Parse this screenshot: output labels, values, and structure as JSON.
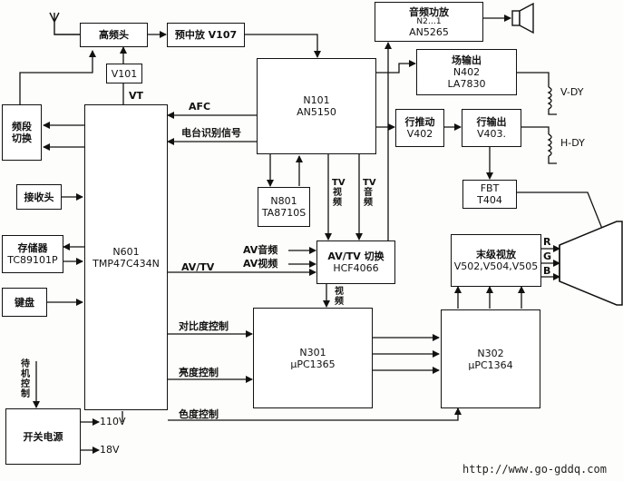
{
  "blocks": {
    "rf_head": "高频头",
    "pre_if": "预中放 V107",
    "audio_amp_title": "音频功放",
    "audio_amp_chip": "AN5265",
    "audio_amp_ref": "N2…1",
    "v101": "V101",
    "n101_ref": "N101",
    "n101_chip": "AN5150",
    "field_out_title": "场输出",
    "field_out_ref": "N402",
    "field_out_chip": "LA7830",
    "band_switch": "频段切换",
    "h_drive_title": "行推动",
    "h_drive_ref": "V402",
    "h_out_title": "行输出",
    "h_out_ref": "V403.",
    "receiver": "接收头",
    "n801_ref": "N801",
    "n801_chip": "TA8710S",
    "fbt_title": "FBT",
    "fbt_ref": "T404",
    "n601_ref": "N601",
    "n601_chip": "TMP47C434N",
    "memory_title": "存储器",
    "memory_chip": "TC89101P",
    "avtv_switch_title": "AV/TV 切换",
    "avtv_switch_chip": "HCF4066",
    "final_video_title": "末级视放",
    "final_video_refs": "V502,V504,V505",
    "keyboard": "键盘",
    "n301_ref": "N301",
    "n301_chip": "μPC1365",
    "n302_ref": "N302",
    "n302_chip": "μPC1364",
    "psu": "开关电源"
  },
  "labels": {
    "vt": "VT",
    "afc": "AFC",
    "station_id": "电台识别信号",
    "v_dy": "V-DY",
    "h_dy": "H-DY",
    "tv_video": "TV视频",
    "tv_audio": "TV音频",
    "av_audio": "AV音频",
    "av_video": "AV视频",
    "av_tv": "AV/TV",
    "video": "视频",
    "rgb_r": "R",
    "rgb_g": "G",
    "rgb_b": "B",
    "contrast": "对比度控制",
    "brightness": "亮度控制",
    "standby": "待机控制",
    "color": "色度控制",
    "v110": "110V",
    "v18": "18V",
    "watermark": "http://www.go-gddq.com"
  }
}
